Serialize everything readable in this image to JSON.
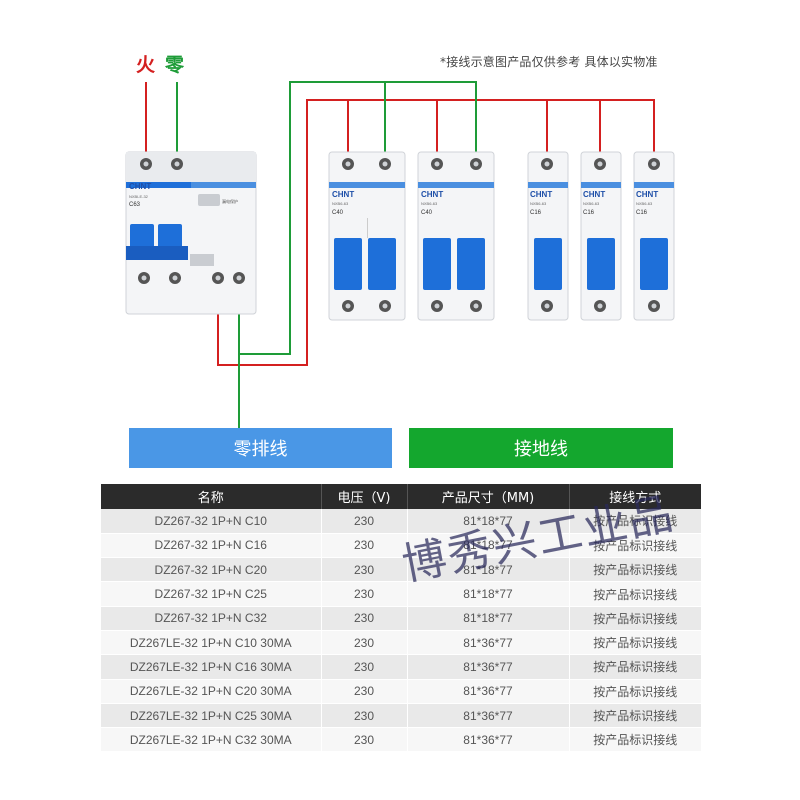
{
  "labels": {
    "fire": "火",
    "neutral": "零"
  },
  "note": "*接线示意图产品仅供参考 具体以实物准",
  "device_text": {
    "brand": "CHNT",
    "main_model": "NXBLE-32",
    "main_rating": "C63",
    "main_side_label": "漏电保护",
    "c40_model": "NXB6-63",
    "c40_rating": "C40",
    "c16_model": "NXB6-63",
    "c16_rating": "C16"
  },
  "bars": {
    "neutral": "零排线",
    "ground": "接地线"
  },
  "table": {
    "headers": [
      "名称",
      "电压（V)",
      "产品尺寸（MM)",
      "接线方式"
    ],
    "rows": [
      [
        "DZ267-32 1P+N C10",
        "230",
        "81*18*77",
        "按产品标识接线"
      ],
      [
        "DZ267-32 1P+N C16",
        "230",
        "81*18*77",
        "按产品标识接线"
      ],
      [
        "DZ267-32 1P+N C20",
        "230",
        "81*18*77",
        "按产品标识接线"
      ],
      [
        "DZ267-32 1P+N C25",
        "230",
        "81*18*77",
        "按产品标识接线"
      ],
      [
        "DZ267-32 1P+N C32",
        "230",
        "81*18*77",
        "按产品标识接线"
      ],
      [
        "DZ267LE-32 1P+N C10 30MA",
        "230",
        "81*36*77",
        "按产品标识接线"
      ],
      [
        "DZ267LE-32 1P+N C16 30MA",
        "230",
        "81*36*77",
        "按产品标识接线"
      ],
      [
        "DZ267LE-32 1P+N C20 30MA",
        "230",
        "81*36*77",
        "按产品标识接线"
      ],
      [
        "DZ267LE-32 1P+N C25 30MA",
        "230",
        "81*36*77",
        "按产品标识接线"
      ],
      [
        "DZ267LE-32 1P+N C32 30MA",
        "230",
        "81*36*77",
        "按产品标识接线"
      ]
    ]
  },
  "watermark": "博秀兴工业品",
  "colors": {
    "fire_wire": "#d42020",
    "neutral_wire": "#1e9c38",
    "neutral_bar": "#4a97e6",
    "ground_bar": "#14a72e",
    "breaker_blue": "#1e6fd9",
    "table_header": "#2b2b2b"
  }
}
